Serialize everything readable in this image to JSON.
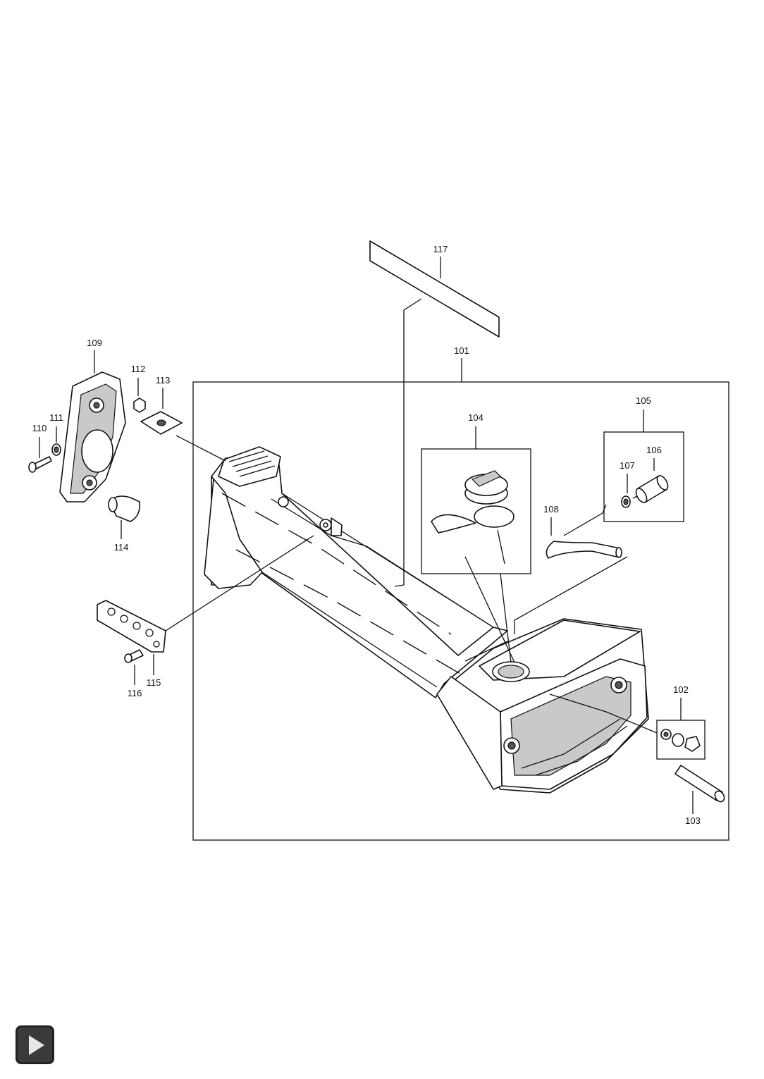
{
  "diagram": {
    "part_numbers": {
      "p101": "101",
      "p102": "102",
      "p103": "103",
      "p104": "104",
      "p105": "105",
      "p106": "106",
      "p107": "107",
      "p108": "108",
      "p109": "109",
      "p110": "110",
      "p111": "111",
      "p112": "112",
      "p113": "113",
      "p114": "114",
      "p115": "115",
      "p116": "116",
      "p117": "117"
    }
  },
  "navigation": {
    "next_icon": "play-triangle-icon"
  }
}
